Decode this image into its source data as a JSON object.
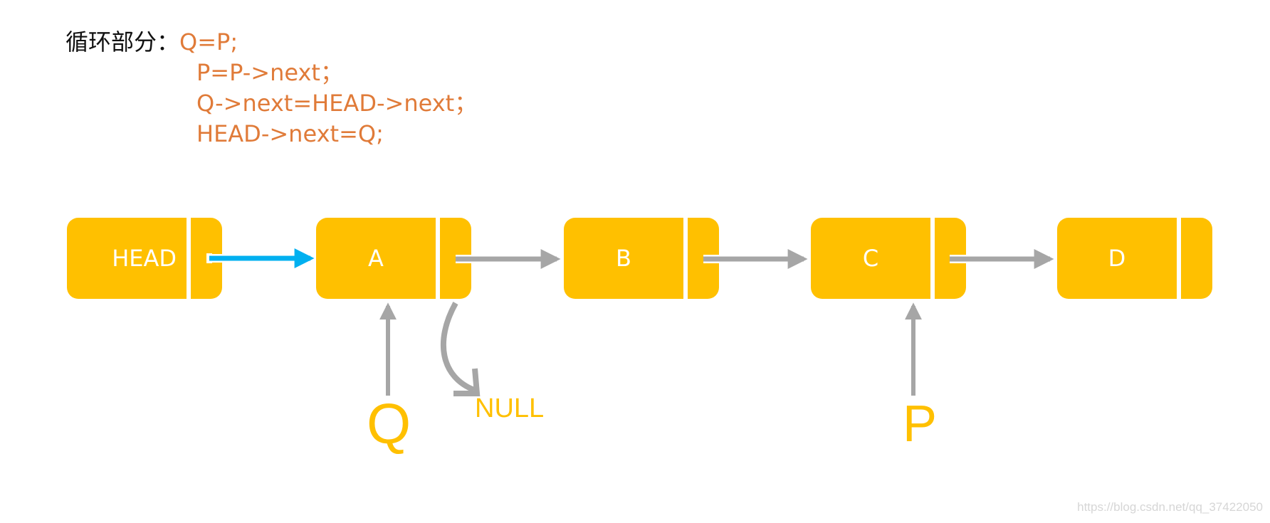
{
  "code": {
    "title": "循环部分：",
    "lines": [
      "Q=P;",
      "P=P->next；",
      "Q->next=HEAD->next；",
      "HEAD->next=Q;"
    ]
  },
  "nodes": [
    {
      "label": "HEAD"
    },
    {
      "label": "A"
    },
    {
      "label": "B"
    },
    {
      "label": "C"
    },
    {
      "label": "D"
    }
  ],
  "pointers": {
    "q_label": "Q",
    "p_label": "P",
    "null_label": "NULL"
  },
  "watermark": "https://blog.csdn.net/qq_37422050",
  "colors": {
    "node_fill": "#ffc000",
    "code_text": "#e07b39",
    "head_arrow": "#00b0f0",
    "link_arrow": "#a6a6a6",
    "pointer_label": "#ffc000"
  }
}
